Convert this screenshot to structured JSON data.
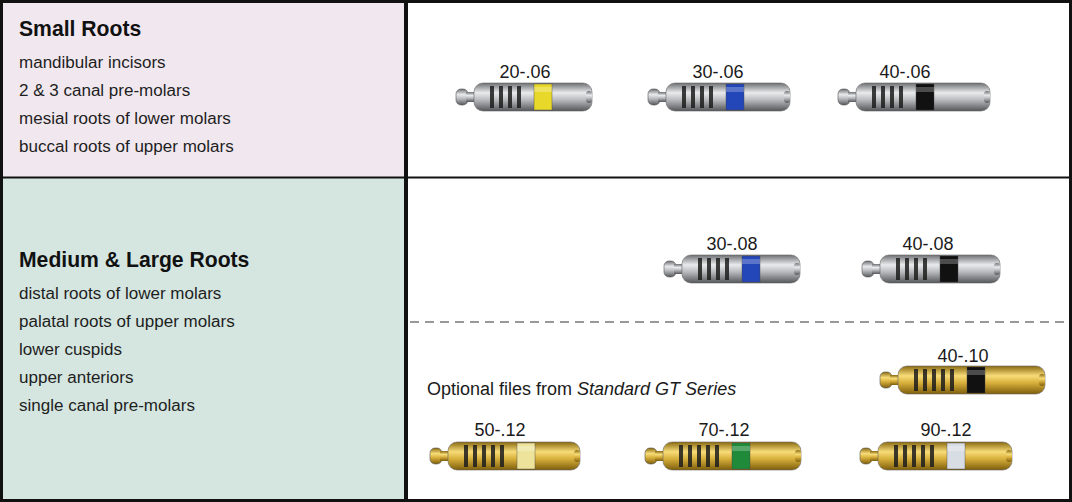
{
  "diagram": {
    "nodes": [
      {
        "text": [
          "Small Roots",
          "mandibular incisors",
          "2 & 3 canal pre-molars",
          "mesial roots of lower molars",
          "buccal roots of upper molars"
        ]
      },
      {
        "text": [
          "Medium & Large Roots",
          "distal roots of lower molars",
          "palatal roots of upper molars",
          "lower cuspids",
          "upper anteriors",
          "single canal pre-molars"
        ]
      }
    ],
    "labels": [
      "20-.06",
      "30-.06",
      "40-.06",
      "30-.08",
      "40-.08",
      "Optional files from",
      "Standard GT Series",
      "40-.10",
      "50-.12",
      "70-.12",
      "90-.12"
    ]
  }
}
